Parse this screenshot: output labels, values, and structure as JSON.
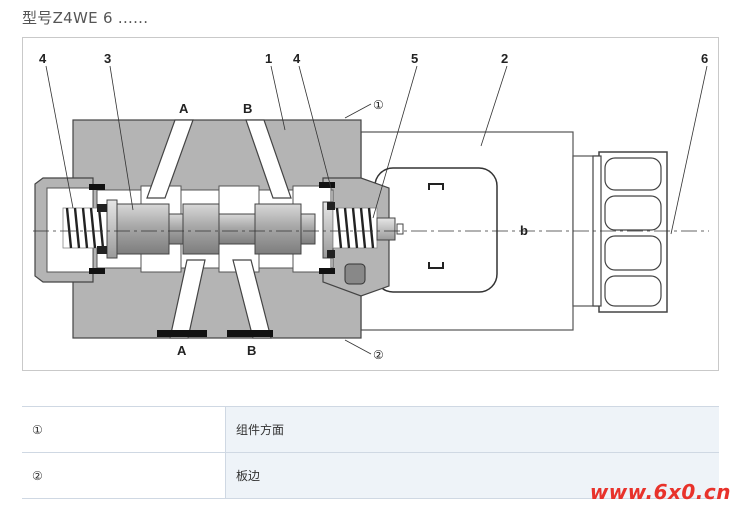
{
  "heading": "型号Z4WE 6 ......",
  "diagram": {
    "labels": {
      "n4_left": "4",
      "n3": "3",
      "n1": "1",
      "n4_right": "4",
      "n5": "5",
      "n2": "2",
      "n6": "6",
      "port_a_top": "A",
      "port_b_top": "B",
      "port_a_bottom": "A",
      "port_b_bottom": "B",
      "axis_b": "b",
      "circ_1": "①",
      "circ_2": "②"
    }
  },
  "legend": {
    "rows": [
      {
        "symbol": "①",
        "text": "组件方面"
      },
      {
        "symbol": "②",
        "text": "板边"
      }
    ]
  },
  "watermark": "www.6x0.cn"
}
